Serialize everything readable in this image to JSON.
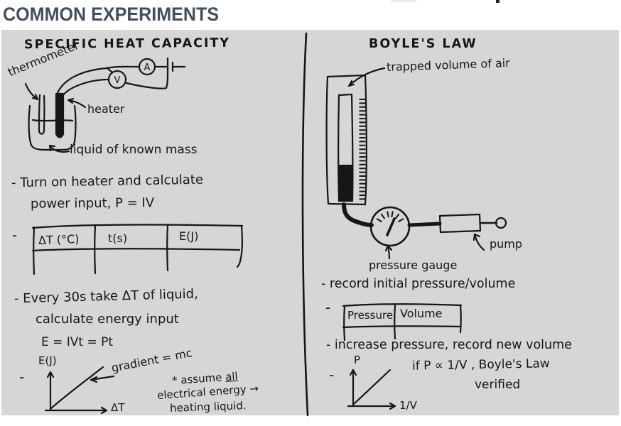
{
  "title": "COMMON EXPERIMENTS",
  "colors": {
    "title": "#424f5f",
    "canvas": "#d6d6d6",
    "ink": "#161616"
  },
  "left_panel": {
    "heading": "SPECIFIC HEAT CAPACITY",
    "diagram": {
      "thermometer_label": "thermometer",
      "heater_label": "heater",
      "liquid_label": "liquid of known mass",
      "voltmeter": "V",
      "ammeter": "A"
    },
    "steps": {
      "step1_line1": "- Turn on heater and calculate",
      "step1_line2": "power input,  P = IV",
      "step2_line1": "- Every 30s take ΔT of liquid,",
      "step2_line2": "calculate energy input",
      "equation": "E = IVt = Pt"
    },
    "table": {
      "bullet": "-",
      "headers": [
        "ΔT (°C)",
        "t(s)",
        "E(J)"
      ]
    },
    "graph": {
      "bullet": "-",
      "y_label": "E(J)",
      "x_label": "ΔT",
      "gradient_note": "gradient = mc"
    },
    "assumption": {
      "line1_prefix": "* assume ",
      "line1_underlined": "all",
      "line2": "electrical energy →",
      "line3": "heating liquid."
    }
  },
  "right_panel": {
    "heading": "BOYLE'S LAW",
    "diagram": {
      "trapped_label": "trapped volume of air",
      "gauge_label": "pressure gauge",
      "pump_label": "pump"
    },
    "steps": {
      "step1": "- record initial pressure/volume",
      "step2": "- increase pressure, record new volume"
    },
    "table": {
      "bullet": "-",
      "headers": [
        "Pressure",
        "Volume"
      ]
    },
    "graph": {
      "bullet": "-",
      "y_label": "P",
      "x_label": "1/V"
    },
    "conclusion_line1": "if P ∝ 1/V ,  Boyle's Law",
    "conclusion_line2": "verified"
  }
}
